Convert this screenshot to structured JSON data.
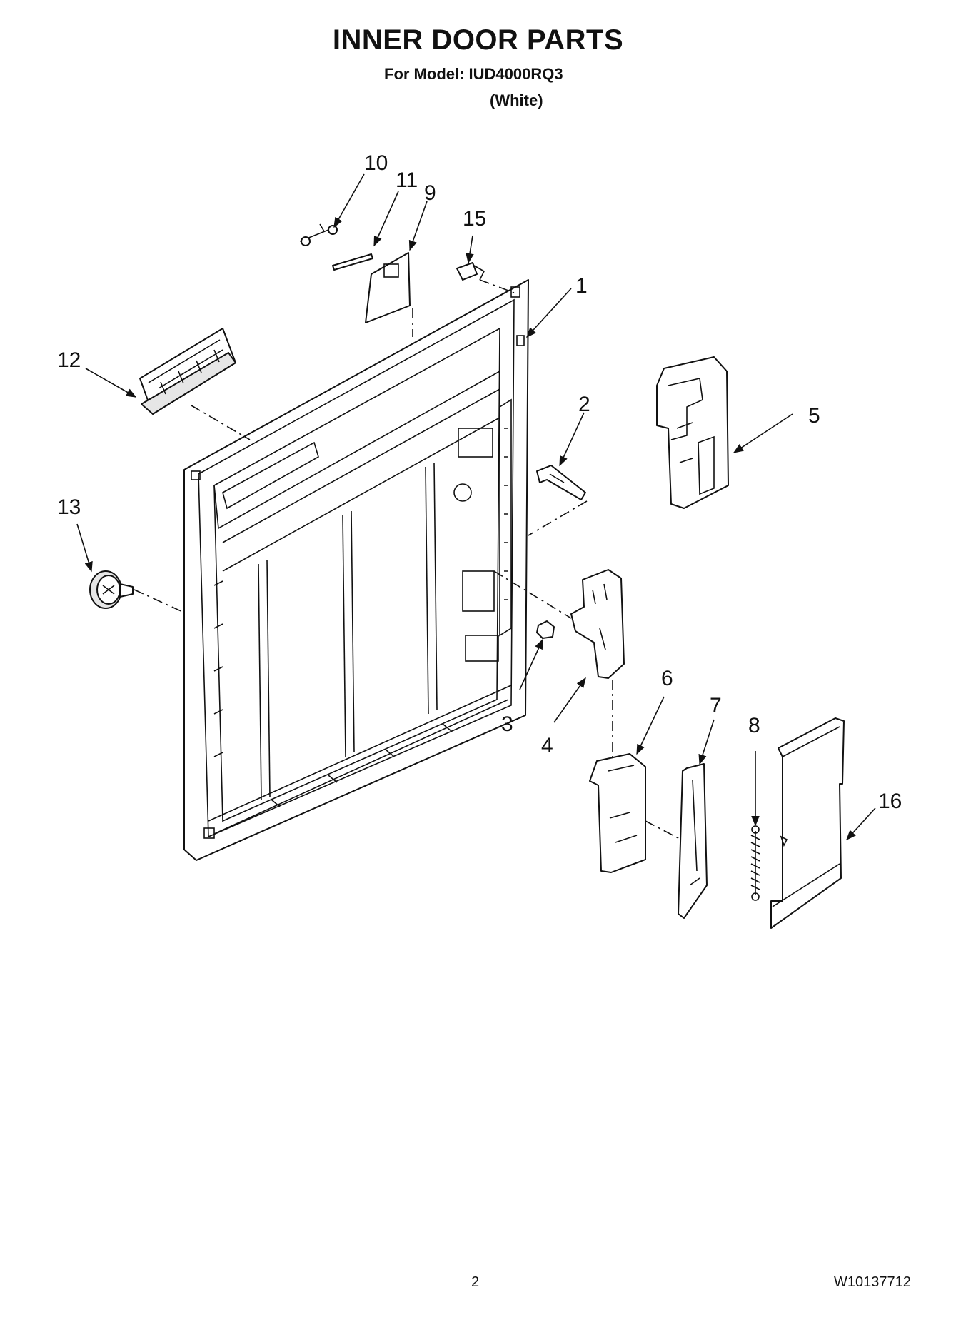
{
  "header": {
    "title": "INNER DOOR PARTS",
    "model_line": "For Model: IUD4000RQ3",
    "variant": "(White)"
  },
  "callouts": [
    "1",
    "2",
    "3",
    "4",
    "5",
    "6",
    "7",
    "8",
    "9",
    "10",
    "11",
    "12",
    "13",
    "15",
    "16"
  ],
  "footer": {
    "page_number": "2",
    "doc_number": "W10137712"
  }
}
